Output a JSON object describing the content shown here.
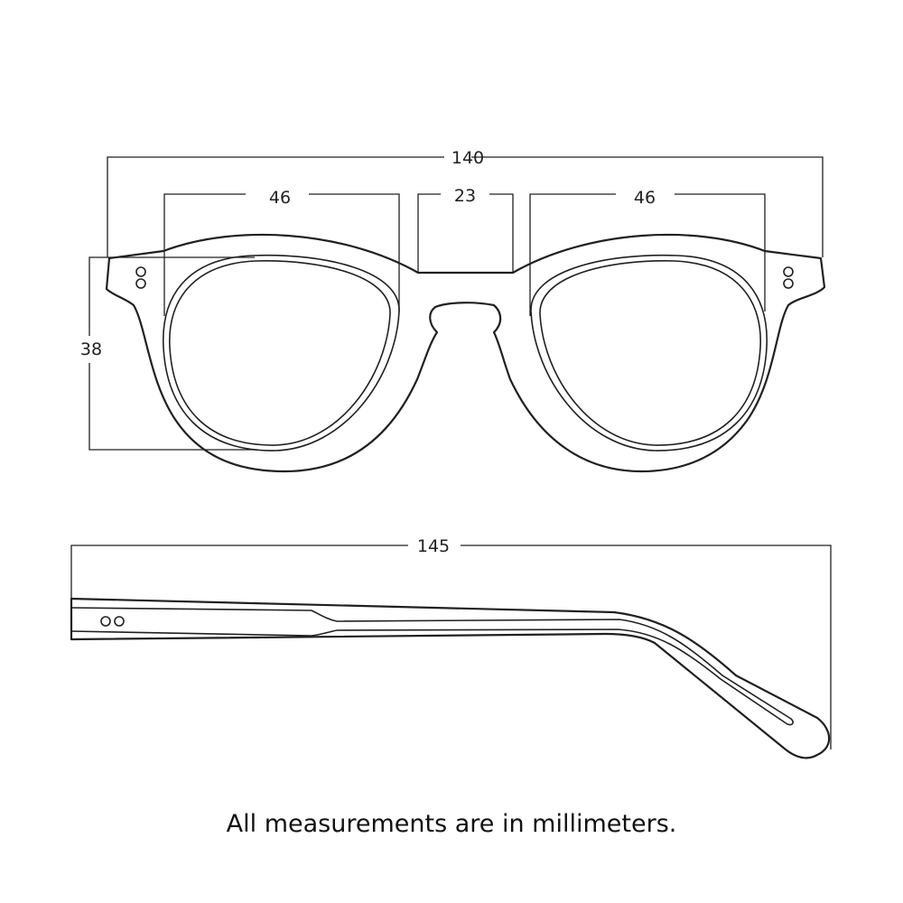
{
  "dimensions": {
    "frame_width": "140",
    "lens_width_left": "46",
    "bridge_width": "23",
    "lens_width_right": "46",
    "lens_height": "38",
    "temple_length": "145"
  },
  "caption": "All measurements are in millimeters.",
  "colors": {
    "line": "#231f20",
    "background": "#ffffff"
  }
}
